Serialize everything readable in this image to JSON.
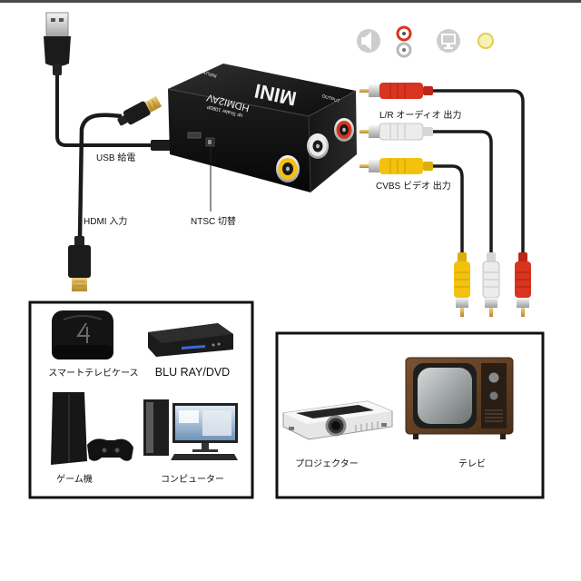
{
  "device": {
    "brand": "MINI",
    "model": "HDMI2AV",
    "subtitle": "up Scaler 1080P",
    "input_marking": "INPUT",
    "output_marking": "OUTPUT"
  },
  "callouts": {
    "audio_output": "L/R オーディオ 出力",
    "video_output": "CVBS ビデオ 出力",
    "usb_power": "USB 給電",
    "hdmi_input": "HDMI 入力",
    "ntsc_switch": "NTSC 切替"
  },
  "legend_icons": {
    "audio": "speaker-icon",
    "video": "monitor-icon"
  },
  "sources": [
    {
      "label": "スマートテレビケース",
      "icon": "tv-box-icon"
    },
    {
      "label": "BLU RAY/DVD",
      "icon": "bluray-player-icon"
    },
    {
      "label": "ゲーム機",
      "icon": "game-console-icon"
    },
    {
      "label": "コンピューター",
      "icon": "computer-icon"
    }
  ],
  "displays": [
    {
      "label": "プロジェクター",
      "icon": "projector-icon"
    },
    {
      "label": "テレビ",
      "icon": "crt-tv-icon"
    }
  ],
  "colors": {
    "audio_right": "#d8341f",
    "audio_left": "#ececec",
    "video": "#f4c20d",
    "gold": "#d2a23c",
    "cable": "#1b1b1b",
    "frame": "#111111"
  }
}
